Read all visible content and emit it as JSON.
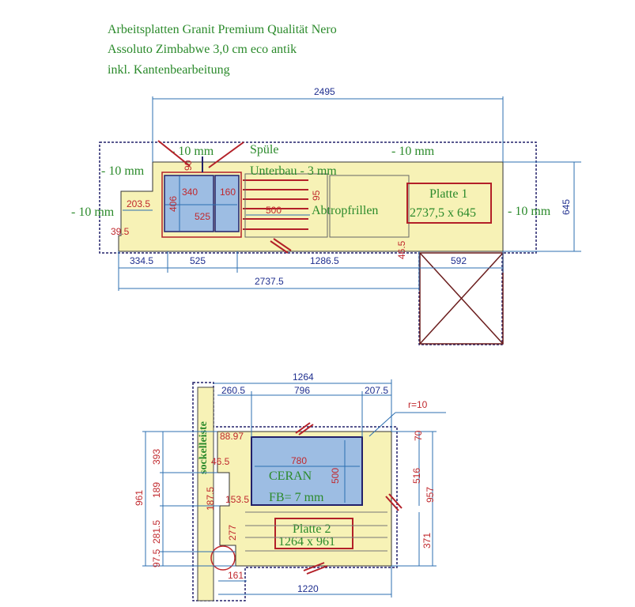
{
  "header": {
    "line1": "Arbeitsplatten Granit Premium Qualität Nero",
    "line2": "Assoluto Zimbabwe 3,0 cm eco antik",
    "line3": "inkl. Kantenbearbeitung"
  },
  "plate1": {
    "dims": {
      "top_total": "2495",
      "right_height": "645",
      "bottom_1": "334.5",
      "bottom_2": "525",
      "bottom_3": "1286.5",
      "bottom_4": "592",
      "bottom_total": "2737.5",
      "left_step": "203.5",
      "left_small": "39.5",
      "sink_depth": "406",
      "sink_width": "340",
      "sink_side": "160",
      "sink_total": "525",
      "sink_top": "90",
      "drain_len": "500",
      "drain_h": "95",
      "corner_step": "46.5"
    },
    "labels": {
      "spuele": "Spüle",
      "unterbau": "Unterbau - 3 mm",
      "abtropf": "Abtropfrillen",
      "minus10_tl": "- 10 mm",
      "minus10_top": "- 10 mm",
      "minus10_left": "- 10 mm",
      "minus10_leftlow": "- 10 mm",
      "minus10_right": "- 10 mm",
      "plate_name": "Platte 1",
      "plate_size": "2737,5 x 645"
    }
  },
  "plate2": {
    "dims": {
      "top_total": "1264",
      "top_left": "260.5",
      "top_mid": "796",
      "top_right": "207.5",
      "radius": "r=10",
      "d_8897": "88.97",
      "d_70": "70",
      "d_393": "393",
      "d_961": "961",
      "d_189": "189",
      "d_187": "187.5",
      "d_2815": "281.5",
      "d_975": "97.5",
      "d_465": "46.5",
      "d_1535": "153.5",
      "d_277": "277",
      "d_161": "161",
      "d_780": "780",
      "d_500": "500",
      "d_516": "516",
      "d_957": "957",
      "d_371": "371",
      "bottom_total": "1220"
    },
    "labels": {
      "sockel": "sockelleiste",
      "ceran": "CERAN",
      "fb": "FB= 7 mm",
      "plate_name": "Platte 2",
      "plate_size": "1264 x 961"
    }
  },
  "colors": {
    "plate_fill": "#f7f2b6",
    "sink_fill": "#9dbde3",
    "dim_red": "#c0282d",
    "dim_blue": "#1f2f8f",
    "label_green": "#2b8a2b",
    "outline_dark": "#22206a"
  }
}
